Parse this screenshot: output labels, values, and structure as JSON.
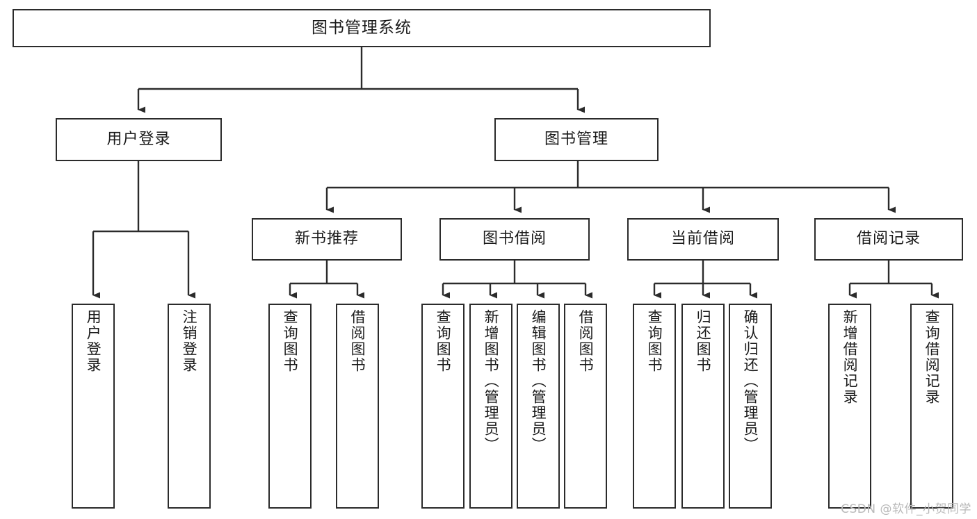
{
  "diagram": {
    "title": "图书管理系统",
    "watermark": "CSDN @软件_小贺同学",
    "stroke_color": "#2b2b2b",
    "fill_color": "#ffffff",
    "text_color": "#1a1a1a",
    "nodes": {
      "root": {
        "label": "图书管理系统"
      },
      "l2": [
        {
          "label": "用户登录"
        },
        {
          "label": "图书管理"
        }
      ],
      "l3": [
        {
          "label": "新书推荐"
        },
        {
          "label": "图书借阅"
        },
        {
          "label": "当前借阅"
        },
        {
          "label": "借阅记录"
        }
      ],
      "leaves": {
        "user_login": [
          {
            "label": "用户登录"
          },
          {
            "label": "注销登录"
          }
        ],
        "new_book": [
          {
            "label": "查询图书"
          },
          {
            "label": "借阅图书"
          }
        ],
        "book_borrow": [
          {
            "label": "查询图书"
          },
          {
            "label": "新增图书（管理员）"
          },
          {
            "label": "编辑图书（管理员）"
          },
          {
            "label": "借阅图书"
          }
        ],
        "current_borrow": [
          {
            "label": "查询图书"
          },
          {
            "label": "归还图书"
          },
          {
            "label": "确认归还（管理员）"
          }
        ],
        "borrow_record": [
          {
            "label": "新增借阅记录"
          },
          {
            "label": "查询借阅记录"
          }
        ]
      }
    }
  }
}
